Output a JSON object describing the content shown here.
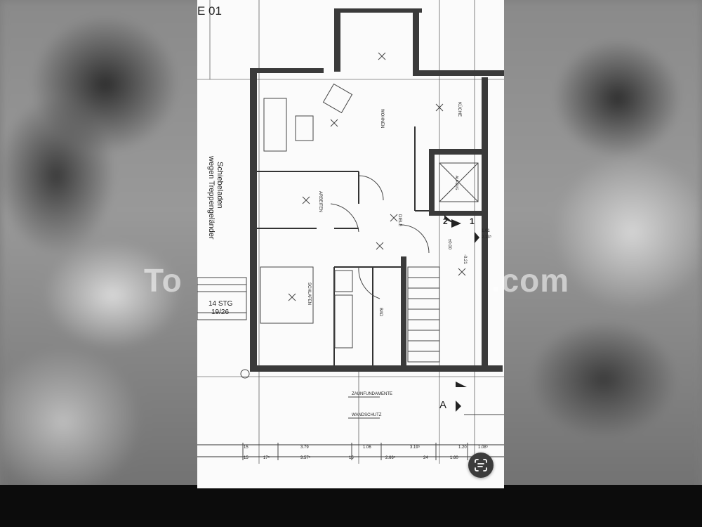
{
  "plan": {
    "header": "E 01",
    "vertical_note_1": "Schiebeladen",
    "vertical_note_2": "wegen Treppengeländer",
    "stairs_1": "14 STG",
    "stairs_2": "19/26",
    "rooms": {
      "wohnen": "WOHNEN",
      "kueche": "KÜCHE",
      "arbeiten": "ARBEITEN",
      "diele": "DIELE",
      "schlafen": "SCHLAFEN",
      "bad": "BAD",
      "aufzug": "AUFZUG"
    },
    "marker_a": "A",
    "marker_1": "1",
    "marker_2": "2",
    "note_zaun": "ZAUNFUNDAMENTE",
    "note_wand": "WANDSCHUTZ",
    "dims_row1": [
      "15",
      "3.79",
      "1.06",
      "3.19⁵",
      "1.20",
      "1.08⁵"
    ],
    "dims_row2": [
      "15",
      "17⁵",
      "3.57⁵",
      "15",
      "2.66⁵",
      "24",
      "1.60"
    ],
    "level_1": "1.01",
    "level_2": "2.13⁵",
    "level_3": "±0.00",
    "level_4": "-0.21"
  },
  "watermark": {
    "left": "To",
    "right": ".com"
  },
  "colors": {
    "background": "#7c7c7c",
    "plan_paper": "#fbfbfb",
    "ink": "#222222"
  },
  "icons": {
    "lens": "lens-scan-icon"
  }
}
